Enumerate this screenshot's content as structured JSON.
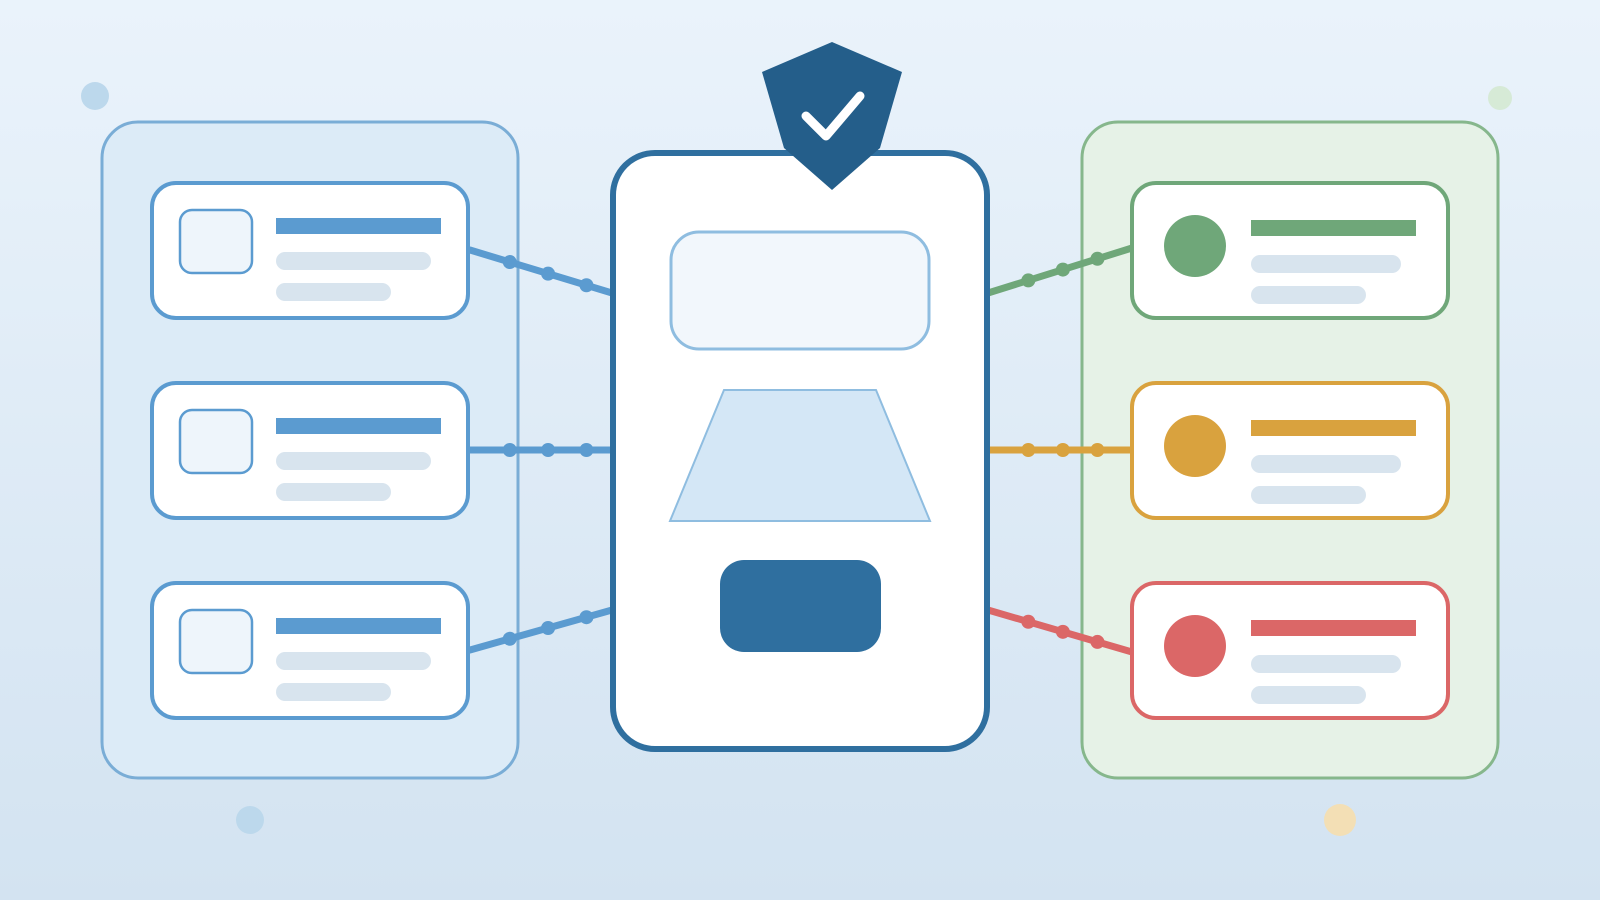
{
  "colors": {
    "bg_top": "#eaf3fb",
    "bg_bottom": "#d3e3f1",
    "blue": "#5b9bd0",
    "blue_panel_fill": "#dcebf7",
    "blue_panel_stroke": "#7aadd6",
    "green": "#6fa779",
    "green_panel_fill": "#e6f2e7",
    "green_panel_stroke": "#86b78c",
    "orange": "#d9a23e",
    "red": "#db6767",
    "hub_stroke": "#2f6f9f",
    "hub_dark": "#245e8a",
    "hub_button": "#2f6f9f",
    "placeholder_line": "#d8e4ee",
    "funnel_fill": "#d4e7f6",
    "funnel_stroke": "#8fbde0"
  },
  "icons": {
    "shield": "shield-check-icon"
  },
  "diagram": {
    "left_panel": {
      "sources": [
        {
          "status": "input"
        },
        {
          "status": "input"
        },
        {
          "status": "input"
        }
      ]
    },
    "hub": {
      "elements": [
        "input-field",
        "filter-funnel",
        "action-button",
        "shield-check-icon"
      ]
    },
    "right_panel": {
      "outputs": [
        {
          "status": "success",
          "color": "#6fa779"
        },
        {
          "status": "warning",
          "color": "#d9a23e"
        },
        {
          "status": "error",
          "color": "#db6767"
        }
      ]
    }
  }
}
